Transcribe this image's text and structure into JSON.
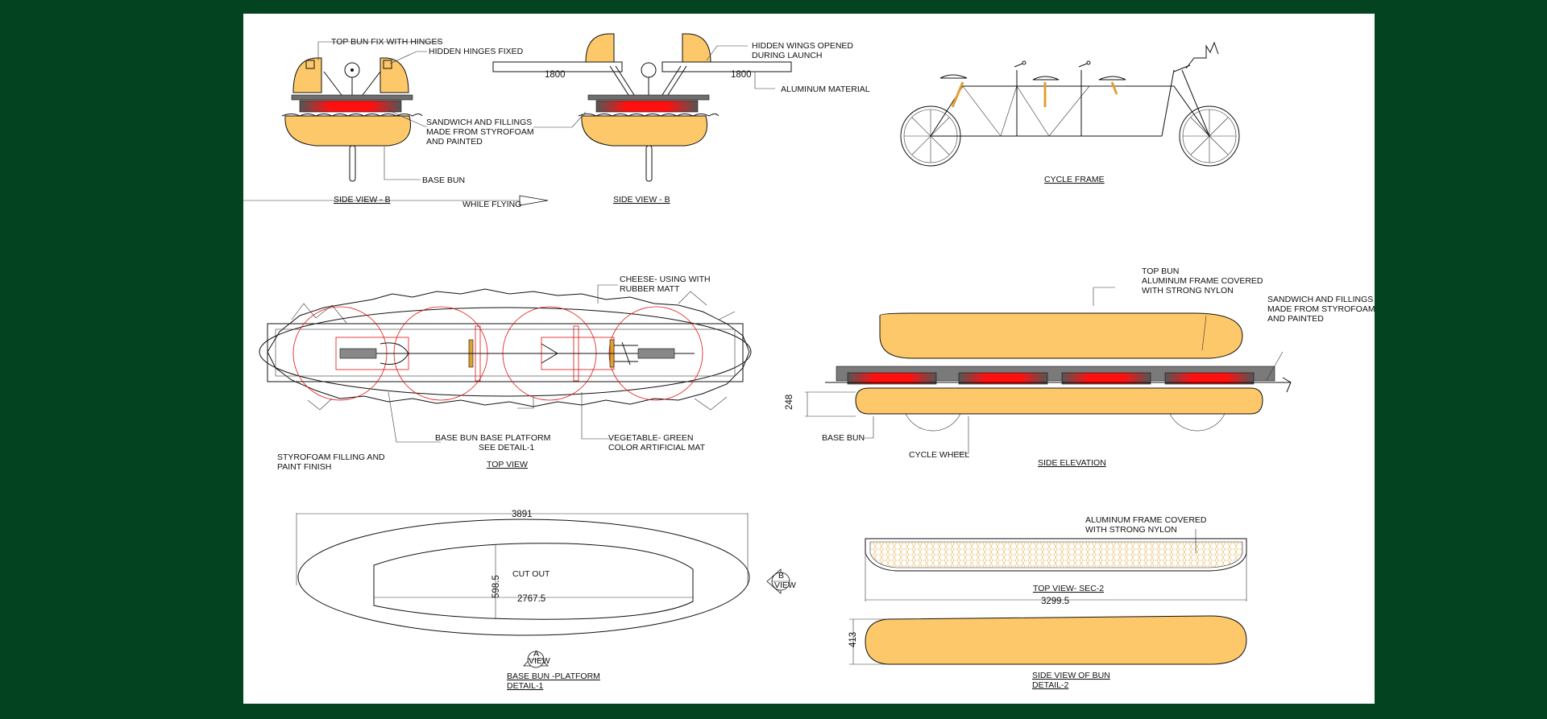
{
  "labels": {
    "top_bun_hinges": "TOP BUN FIX WITH HINGES",
    "hidden_hinges": "HIDDEN HINGES FIXED",
    "hidden_wings_1": "HIDDEN WINGS OPENED",
    "hidden_wings_2": "DURING LAUNCH",
    "aluminum_material": "ALUMINUM  MATERIAL",
    "sandwich_1": "SANDWICH AND FILLINGS",
    "sandwich_2": "MADE FROM STYROFOAM",
    "sandwich_3": "AND PAINTED",
    "base_bun": "BASE BUN",
    "side_view_b_1": "SIDE VIEW - B",
    "while_flying": "WHILE FLYING",
    "side_view_b_2": "SIDE VIEW - B",
    "cycle_frame": "CYCLE FRAME",
    "cheese_1": "CHEESE- USING WITH",
    "cheese_2": "RUBBER MATT",
    "base_platform_1": "BASE BUN BASE PLATFORM",
    "base_platform_2": "SEE DETAIL-1",
    "vegetable_1": "VEGETABLE- GREEN",
    "vegetable_2": "COLOR ARTIFICIAL MAT",
    "styrofoam_1": "STYROFOAM  FILLING  AND",
    "styrofoam_2": "PAINT FINISH",
    "top_view": "TOP VIEW",
    "top_bun_1": "TOP BUN",
    "top_bun_2": "ALUMINUM FRAME COVERED",
    "top_bun_3": "WITH STRONG NYLON",
    "sandwich_r_1": "SANDWICH AND FILLINGS",
    "sandwich_r_2": "MADE FROM STYROFOAM",
    "sandwich_r_3": "AND PAINTED",
    "base_bun_r": "BASE BUN",
    "cycle_wheel": "CYCLE WHEEL",
    "side_elevation": "SIDE ELEVATION",
    "cut_out": "CUT OUT",
    "view_a_letter": "A",
    "view_a_word": "VIEW",
    "view_b_letter": "B",
    "view_b_word": "VIEW",
    "platform_title_1": "BASE BUN -PLATFORM",
    "platform_title_2": "DETAIL-1",
    "alu_frame_1": "ALUMINUM FRAME COVERED",
    "alu_frame_2": "WITH STRONG NYLON",
    "top_view_sec2": "TOP VIEW- SEC-2",
    "side_view_bun_1": "SIDE VIEW OF BUN",
    "side_view_bun_2": "DETAIL-2"
  },
  "dimensions": {
    "wing_left": "1800",
    "wing_right": "1800",
    "elevation_height": "248",
    "platform_length": "3891",
    "cutout_width": "598.5",
    "cutout_length": "2767.5",
    "sec2_length": "3299.5",
    "bun_height": "413"
  },
  "colors": {
    "background": "#034320",
    "sheet": "#ffffff",
    "bun_fill": "#fdc869",
    "filling_red": "#e01010",
    "plate_grey": "#6e6e6e"
  }
}
